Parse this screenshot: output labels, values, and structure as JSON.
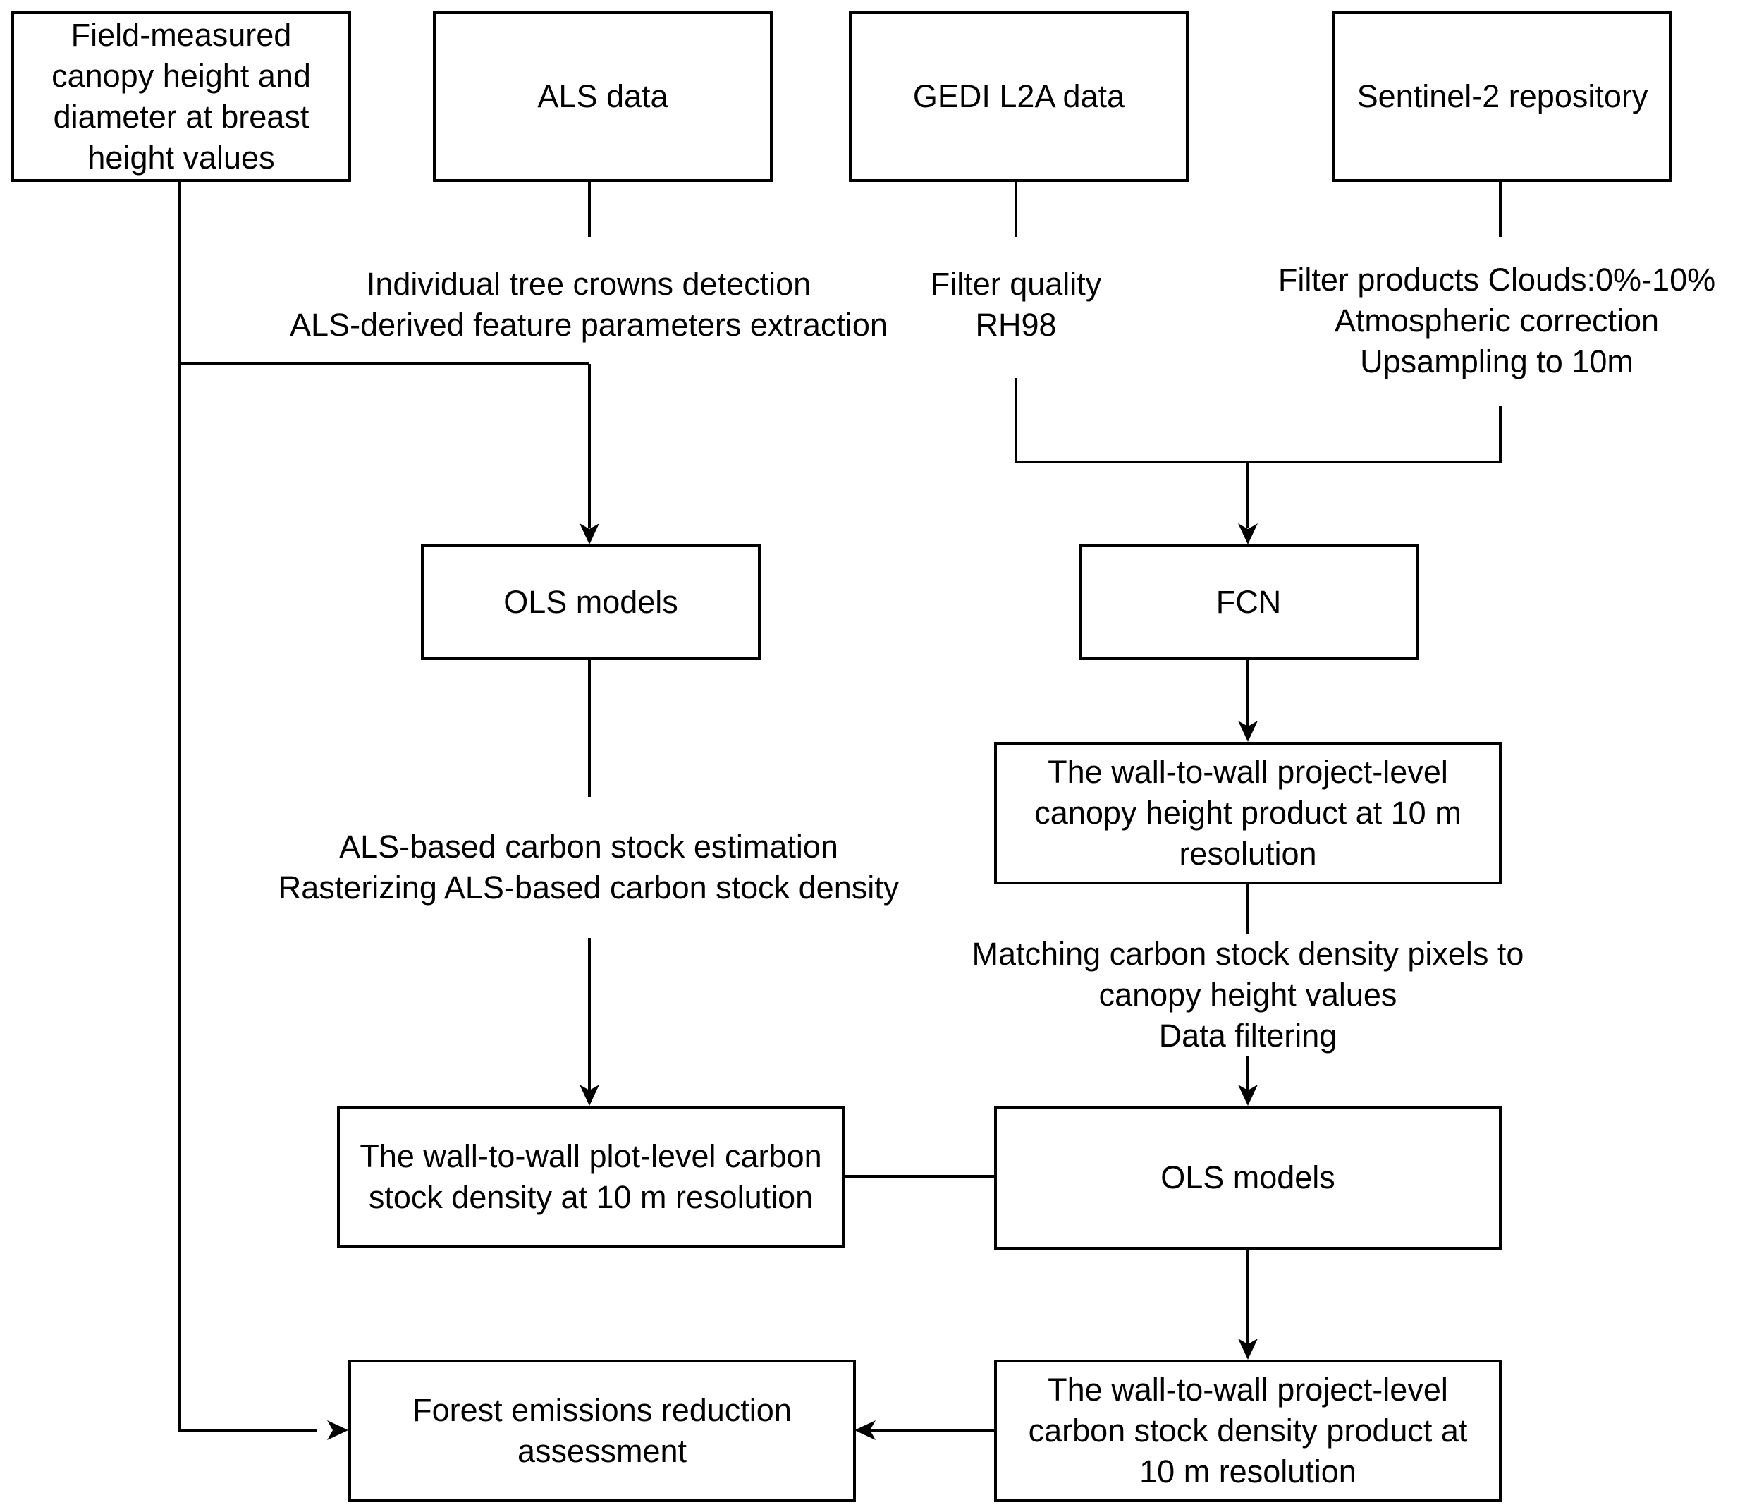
{
  "boxes": {
    "field": [
      "Field-measured",
      "canopy height and",
      "diameter at breast",
      "height values"
    ],
    "als": [
      "ALS data"
    ],
    "gedi": [
      "GEDI L2A data"
    ],
    "sentinel": [
      "Sentinel-2 repository"
    ],
    "ols_left": [
      "OLS models"
    ],
    "fcn": [
      "FCN"
    ],
    "canopy_product": [
      "The wall-to-wall project-level",
      "canopy height product at 10 m",
      "resolution"
    ],
    "plot_density": [
      "The wall-to-wall plot-level carbon",
      "stock density at 10 m resolution"
    ],
    "ols_right": [
      "OLS models"
    ],
    "emissions": [
      "Forest emissions reduction",
      "assessment"
    ],
    "project_density": [
      "The wall-to-wall project-level",
      "carbon stock density product at",
      "10 m resolution"
    ]
  },
  "labels": {
    "als_processing": [
      "Individual tree crowns detection",
      "ALS-derived feature parameters extraction"
    ],
    "gedi_processing": [
      "Filter quality",
      "RH98"
    ],
    "sentinel_processing": [
      "Filter products  Clouds:0%-10%",
      "Atmospheric correction",
      "Upsampling to 10m"
    ],
    "als_carbon": [
      "ALS-based carbon stock estimation",
      "Rasterizing ALS-based carbon stock density"
    ],
    "matching": [
      "Matching carbon stock density pixels to",
      "canopy height values",
      "Data filtering"
    ]
  }
}
